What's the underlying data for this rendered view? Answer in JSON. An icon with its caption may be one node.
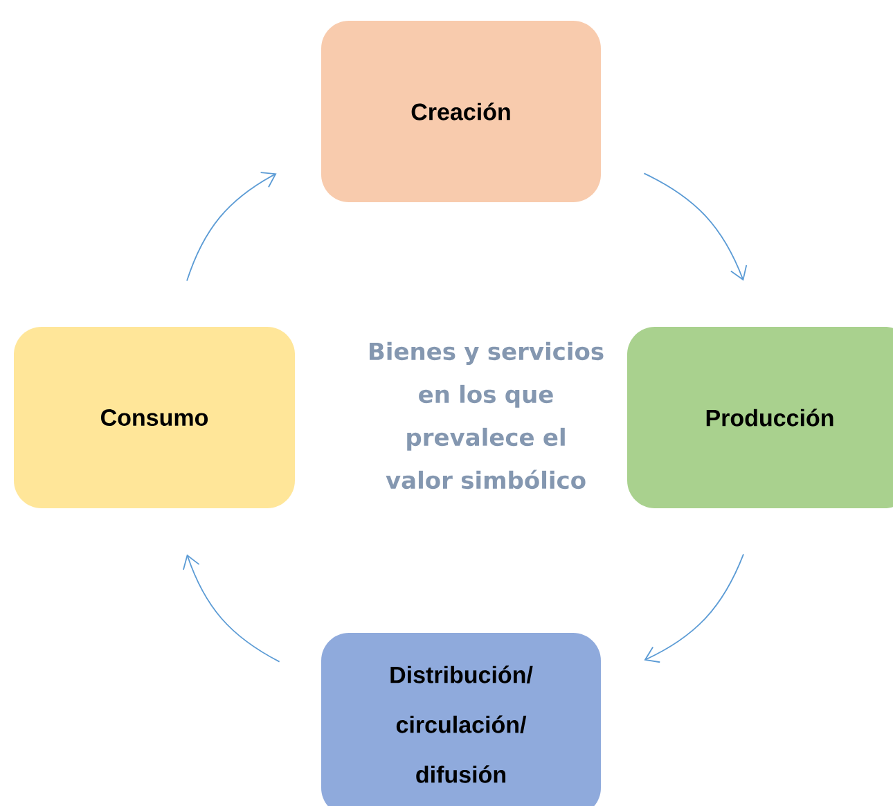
{
  "diagram": {
    "nodes": [
      {
        "text": [
          "Creación"
        ]
      },
      {
        "text": [
          "Consumo"
        ]
      },
      {
        "text": [
          "Producción"
        ]
      },
      {
        "text": [
          "Distribución/ circulación/ difusión"
        ]
      }
    ],
    "edges": [
      {
        "from": 0,
        "to": 2,
        "arrow": "to"
      },
      {
        "from": 2,
        "to": 3,
        "arrow": "to"
      },
      {
        "from": 3,
        "to": 1,
        "arrow": "to"
      },
      {
        "from": 1,
        "to": 0,
        "arrow": "to"
      }
    ],
    "labels": [
      "Bienes y servicios en los que prevalece el valor simbólico"
    ]
  }
}
